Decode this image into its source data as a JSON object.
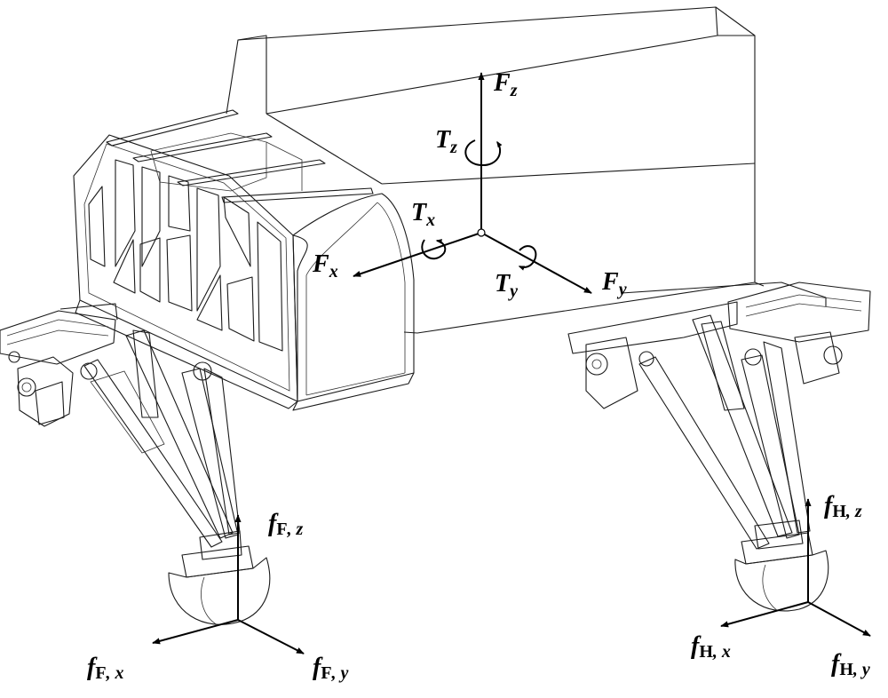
{
  "diagram": {
    "labels": {
      "Fz": {
        "main": "F",
        "sub": "z"
      },
      "Tz": {
        "main": "T",
        "sub": "z"
      },
      "Tx": {
        "main": "T",
        "sub": "x"
      },
      "Fx": {
        "main": "F",
        "sub": "x"
      },
      "Ty": {
        "main": "T",
        "sub": "y"
      },
      "Fy": {
        "main": "F",
        "sub": "y"
      },
      "fFz": {
        "main": "f",
        "sub1": "F",
        "sub2": ", z"
      },
      "fFx": {
        "main": "f",
        "sub1": "F",
        "sub2": ", x"
      },
      "fFy": {
        "main": "f",
        "sub1": "F",
        "sub2": ", y"
      },
      "fHz": {
        "main": "f",
        "sub1": "H",
        "sub2": ", z"
      },
      "fHx": {
        "main": "f",
        "sub1": "H",
        "sub2": ", x"
      },
      "fHy": {
        "main": "f",
        "sub1": "H",
        "sub2": ", y"
      }
    }
  }
}
